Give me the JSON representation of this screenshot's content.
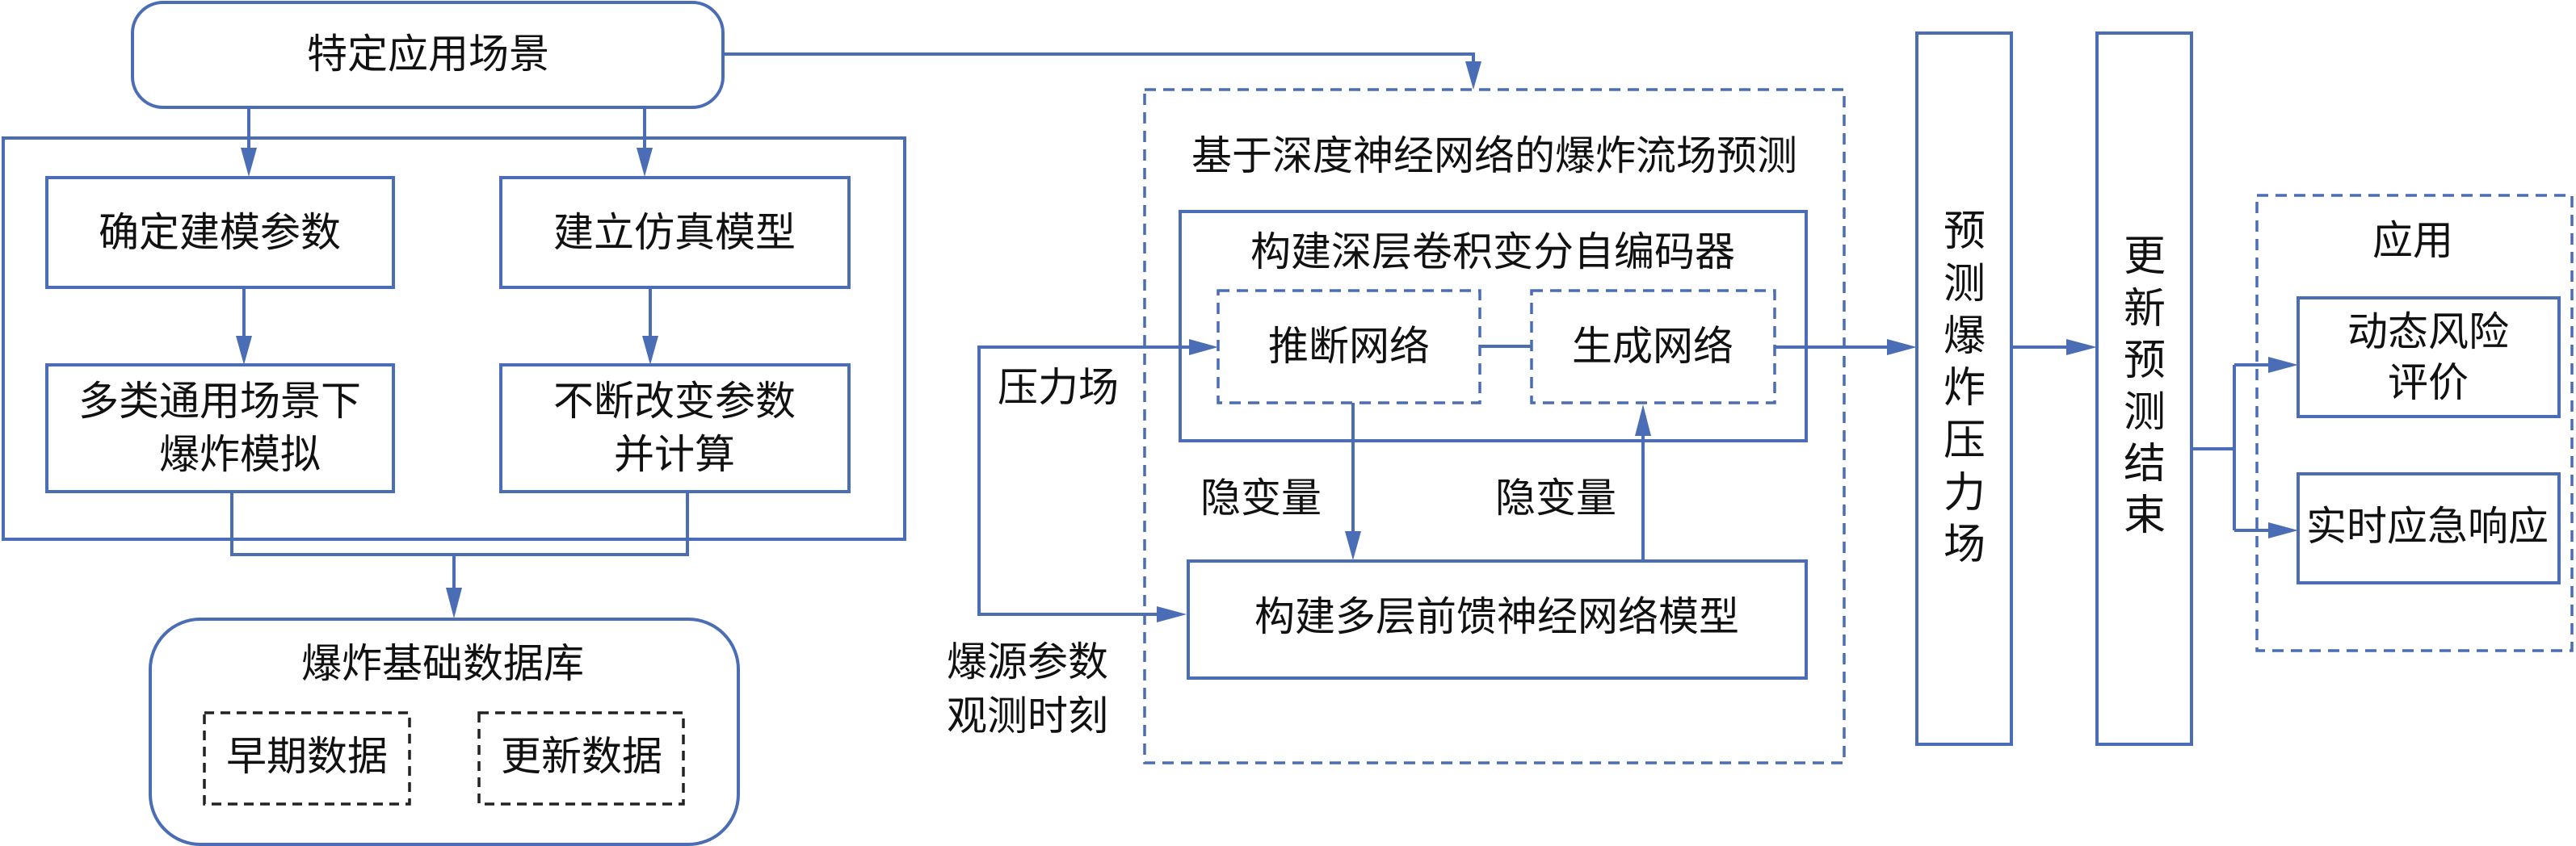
{
  "diagram": {
    "title": "",
    "colors": {
      "stroke": "#4A6DB5",
      "text": "#111111",
      "dashed_data_border": "#222222"
    },
    "scenario": {
      "label": "特定应用场景"
    },
    "simulation_panel": {
      "determine_params": "确定建模参数",
      "build_model": "建立仿真模型",
      "multi_scene_line1": "多类通用场景下",
      "multi_scene_line2": "爆炸模拟",
      "vary_params_line1": "不断改变参数",
      "vary_params_line2": "并计算"
    },
    "database": {
      "title": "爆炸基础数据库",
      "early_data": "早期数据",
      "updated_data": "更新数据"
    },
    "prediction": {
      "title": "基于深度神经网络的爆炸流场预测",
      "encoder_title": "构建深层卷积变分自编码器",
      "inference_net": "推断网络",
      "generator_net": "生成网络",
      "ffnn": "构建多层前馈神经网络模型",
      "latent_left": "隐变量",
      "latent_right": "隐变量",
      "input_pressure": "压力场",
      "input_params_line1": "爆源参数",
      "input_params_line2": "观测时刻"
    },
    "predicted_field": {
      "chars": [
        "预",
        "测",
        "爆",
        "炸",
        "压",
        "力",
        "场"
      ],
      "label": "预测爆炸压力场"
    },
    "update_end": {
      "chars": [
        "更",
        "新",
        "预",
        "测",
        "结",
        "束"
      ],
      "label": "更新预测结束"
    },
    "application": {
      "title": "应用",
      "risk_line1": "动态风险",
      "risk_line2": "评价",
      "emergency": "实时应急响应"
    }
  }
}
